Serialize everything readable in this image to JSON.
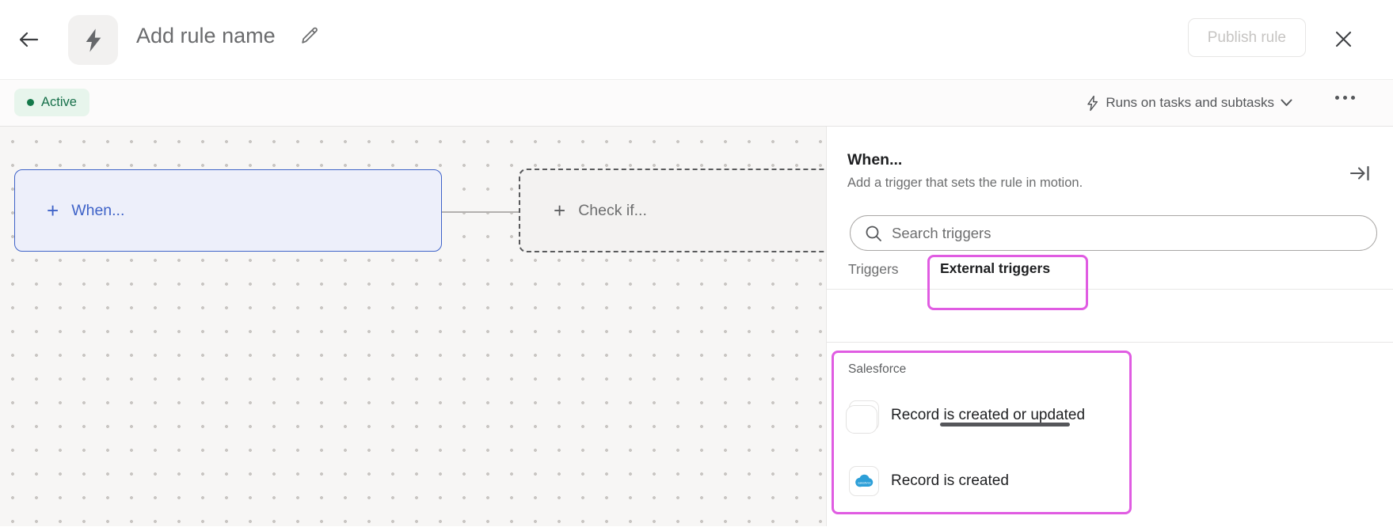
{
  "header": {
    "title": "Add rule name",
    "publish_label": "Publish rule"
  },
  "toolbar": {
    "status_label": "Active",
    "scope_label": "Runs on tasks and subtasks"
  },
  "canvas": {
    "when_card": {
      "plus": "+",
      "label": "When..."
    },
    "check_card": {
      "plus": "+",
      "label": "Check if..."
    }
  },
  "panel": {
    "title": "When...",
    "subtitle": "Add a trigger that sets the rule in motion.",
    "search_placeholder": "Search triggers",
    "tabs": [
      {
        "label": "Triggers",
        "active": false
      },
      {
        "label": "External triggers",
        "active": true
      }
    ],
    "section": {
      "title": "Salesforce",
      "items": [
        {
          "icon": "salesforce",
          "label": "Record is created or updated"
        },
        {
          "icon": "salesforce",
          "label": "Record is created"
        }
      ]
    }
  },
  "colors": {
    "accent_blue": "#3f63c8",
    "annotation_magenta": "#e05ce2",
    "active_green": "#17704a",
    "salesforce_blue": "#00a1e0"
  }
}
